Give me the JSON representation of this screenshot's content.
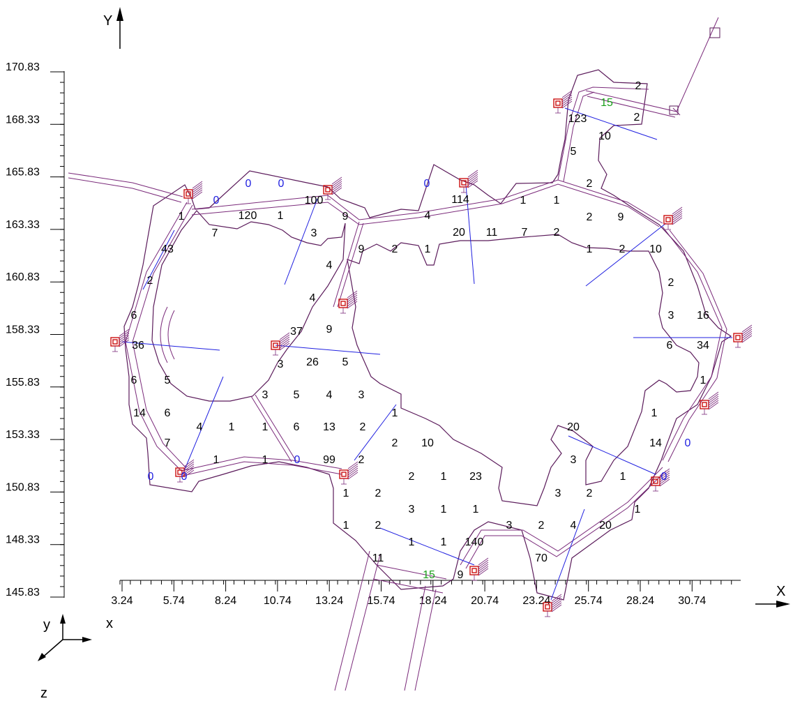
{
  "axes": {
    "y_title": "Y",
    "x_title": "X",
    "triad": {
      "y": "y",
      "x": "x",
      "z": "z"
    },
    "y_ticks": [
      "170.83",
      "168.33",
      "165.83",
      "163.33",
      "160.83",
      "158.33",
      "155.83",
      "153.33",
      "150.83",
      "148.33",
      "145.83"
    ],
    "x_ticks": [
      "3.24",
      "5.74",
      "8.24",
      "10.74",
      "13.24",
      "15.74",
      "18.24",
      "20.74",
      "23.24",
      "25.74",
      "28.24",
      "30.74"
    ]
  },
  "colors": {
    "wall": "#5a1a5a",
    "cross_section": "#1f1fe0",
    "support": "#cc1111",
    "label_black": "#000000",
    "label_blue": "#1f1fe0",
    "label_green": "#1aa01a"
  },
  "labels_black": [
    "2",
    "2",
    "123",
    "10",
    "5",
    "2",
    "1",
    "1",
    "2",
    "9",
    "100",
    "9",
    "4",
    "114",
    "1",
    "120",
    "1",
    "7",
    "3",
    "20",
    "11",
    "7",
    "2",
    "1",
    "2",
    "10",
    "43",
    "9",
    "2",
    "1",
    "2",
    "4",
    "2",
    "4",
    "3",
    "16",
    "6",
    "37",
    "9",
    "36",
    "3",
    "26",
    "5",
    "34",
    "6",
    "6",
    "5",
    "1",
    "3",
    "5",
    "4",
    "3",
    "1",
    "6",
    "14",
    "4",
    "1",
    "1",
    "6",
    "13",
    "2",
    "1",
    "20",
    "7",
    "2",
    "10",
    "14",
    "1",
    "1",
    "99",
    "2",
    "3",
    "2",
    "1",
    "23",
    "1",
    "1",
    "2",
    "3",
    "2",
    "3",
    "1",
    "1",
    "1",
    "1",
    "2",
    "3",
    "2",
    "4",
    "20",
    "1",
    "1",
    "140",
    "11",
    "9",
    "70"
  ],
  "labels_blue": [
    "0",
    "0",
    "0",
    "0",
    "0",
    "0",
    "0",
    "0",
    "0"
  ],
  "labels_green": [
    "15",
    "15"
  ]
}
